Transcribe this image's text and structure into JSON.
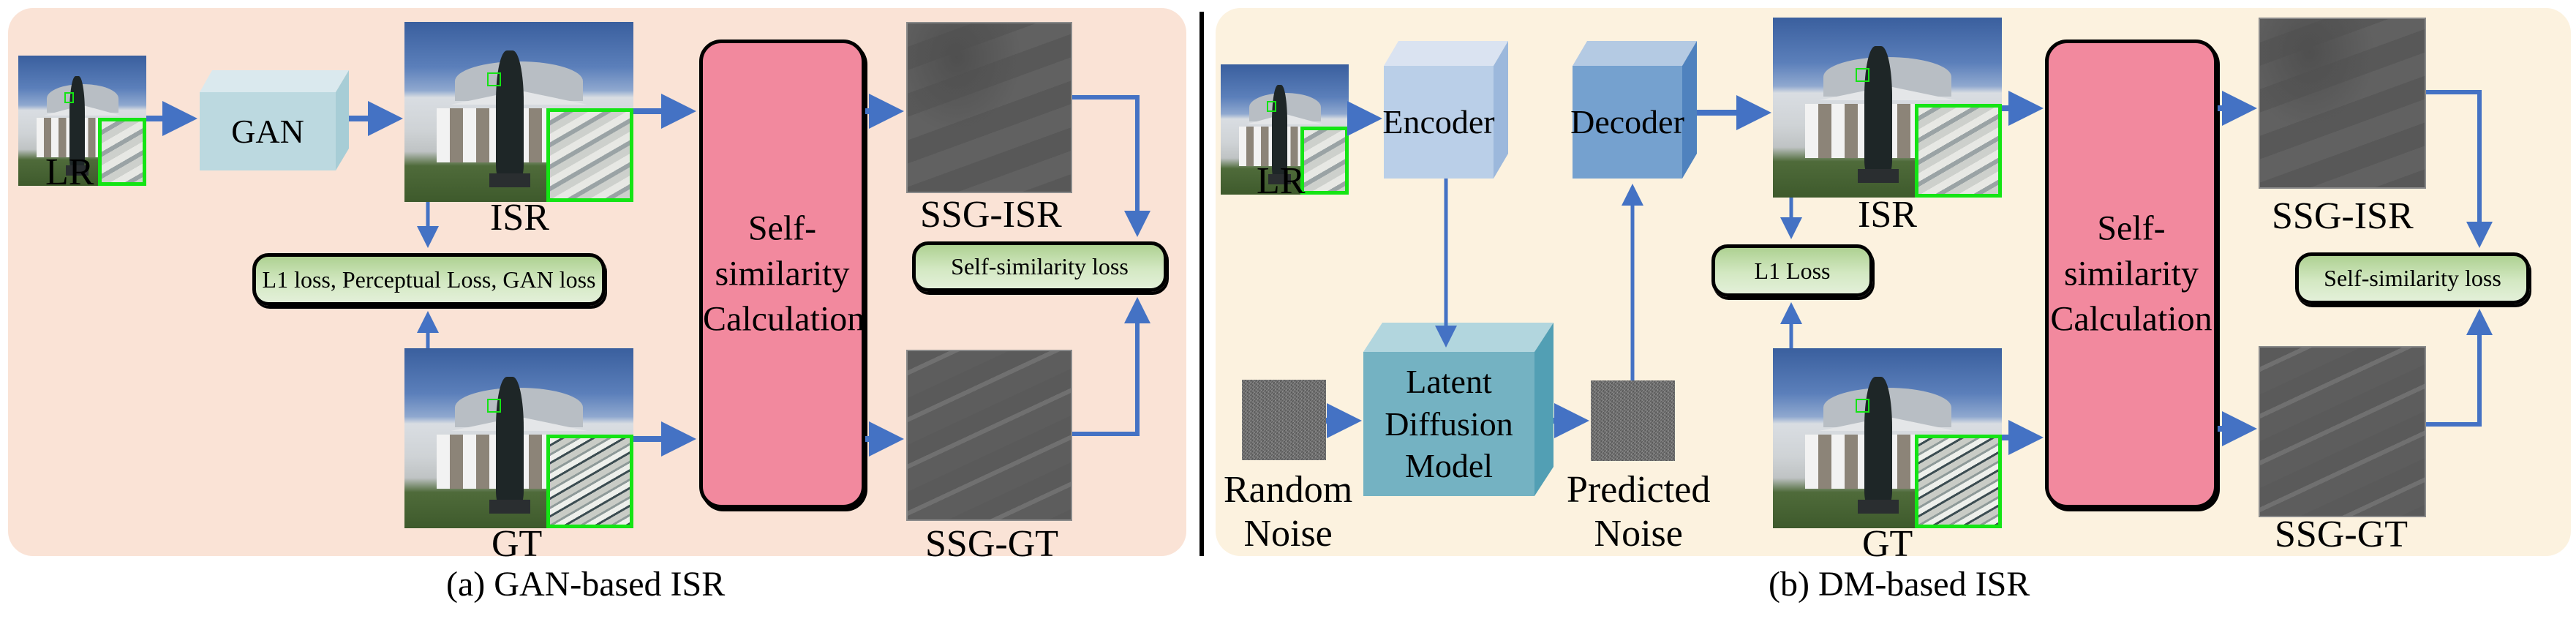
{
  "panel_a": {
    "caption": "(a) GAN-based ISR",
    "lr_label": "LR",
    "gan_label": "GAN",
    "isr_label": "ISR",
    "gt_label": "GT",
    "loss_label": "L1 loss, Perceptual Loss, GAN loss",
    "ssc_label": "Self-\nsimilarity\nCalculation",
    "ssg_isr_label": "SSG-ISR",
    "ssg_gt_label": "SSG-GT",
    "ss_loss_label": "Self-similarity loss"
  },
  "panel_b": {
    "caption": "(b) DM-based ISR",
    "lr_label": "LR",
    "encoder_label": "Encoder",
    "decoder_label": "Decoder",
    "ldm_label": "Latent\nDiffusion\nModel",
    "random_noise_label": "Random\nNoise",
    "predicted_noise_label": "Predicted\nNoise",
    "isr_label": "ISR",
    "gt_label": "GT",
    "loss_label": "L1 Loss",
    "ssc_label": "Self-\nsimilarity\nCalculation",
    "ssg_isr_label": "SSG-ISR",
    "ssg_gt_label": "SSG-GT",
    "ss_loss_label": "Self-similarity loss"
  },
  "colors": {
    "panel_a_bg": "#fae3d6",
    "panel_b_bg": "#fcf2df",
    "arrow": "#4472c4",
    "ssc_box": "#f2899e",
    "loss_box_top": "#aed192",
    "gan_cube": "#bcd9e0",
    "encoder_cube": "#bacfe8",
    "decoder_cube": "#75a1cf",
    "ldm_cube": "#74b2c2",
    "inset_border": "#14e414"
  }
}
